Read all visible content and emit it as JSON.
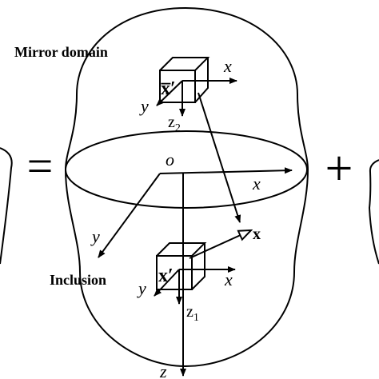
{
  "labels": {
    "mirror_domain": "Mirror domain",
    "inclusion": "Inclusion",
    "equals": "=",
    "plus": "+",
    "origin": "o",
    "x_axis": "x",
    "y_axis": "y",
    "z_axis": "z",
    "mirror_x": "x",
    "mirror_y": "y",
    "mirror_z": "z",
    "mirror_z_sub": "2",
    "incl_x": "x",
    "incl_y": "y",
    "incl_z": "z",
    "incl_z_sub": "1",
    "point_x": "x",
    "mirror_point": "x̅′",
    "incl_point": "x′"
  },
  "colors": {
    "mirror_domain": "#e00000",
    "inclusion": "#0000cc",
    "line": "#000000"
  }
}
